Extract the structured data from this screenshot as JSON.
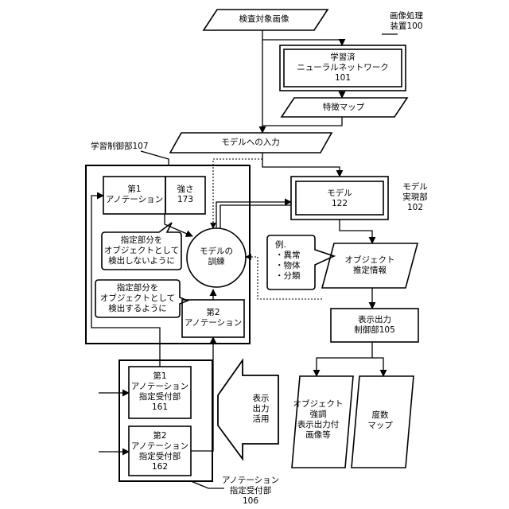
{
  "device_label": {
    "line1": "画像処理",
    "line2": "装置100"
  },
  "inspection_image": "検査対象画像",
  "trained_nn": {
    "line1": "学習済",
    "line2": "ニューラルネットワーク",
    "id": "101"
  },
  "feature_map": "特徴マップ",
  "model_input": "モデルへの入力",
  "learning_control": "学習制御部107",
  "annotation1": {
    "line1": "第1",
    "line2": "アノテーション"
  },
  "strength": {
    "line1": "強さ",
    "line2": "173"
  },
  "model": {
    "line1": "モデル",
    "line2": "122"
  },
  "model_realization": {
    "line1": "モデル",
    "line2": "実現部",
    "line3": "102"
  },
  "callout_not_detect": {
    "line1": "指定部分を",
    "line2": "オブジェクトとして",
    "line3": "検出しないように"
  },
  "callout_detect": {
    "line1": "指定部分を",
    "line2": "オブジェクトとして",
    "line3": "検出するように"
  },
  "model_training": {
    "line1": "モデルの",
    "line2": "訓練"
  },
  "example_callout": {
    "line1": "例.",
    "line2": "・異常",
    "line3": "・物体",
    "line4": "・分類"
  },
  "object_estimation": {
    "line1": "オブジェクト",
    "line2": "推定情報"
  },
  "annotation2": {
    "line1": "第2",
    "line2": "アノテーション"
  },
  "display_control": {
    "line1": "表示出力",
    "line2": "制御部105"
  },
  "accept_unit1": {
    "line1": "第1",
    "line2": "アノテーション",
    "line3": "指定受付部",
    "line4": "161"
  },
  "accept_unit2": {
    "line1": "第2",
    "line2": "アノテーション",
    "line3": "指定受付部",
    "line4": "162"
  },
  "display_use": {
    "line1": "表示",
    "line2": "出力",
    "line3": "活用"
  },
  "highlight_image": {
    "line1": "オブジェクト",
    "line2": "強調",
    "line3": "表示出力付",
    "line4": "画像等"
  },
  "frequency_map": {
    "line1": "度数",
    "line2": "マップ"
  },
  "accept_group": {
    "line1": "アノテーション",
    "line2": "指定受付部",
    "line3": "106"
  }
}
